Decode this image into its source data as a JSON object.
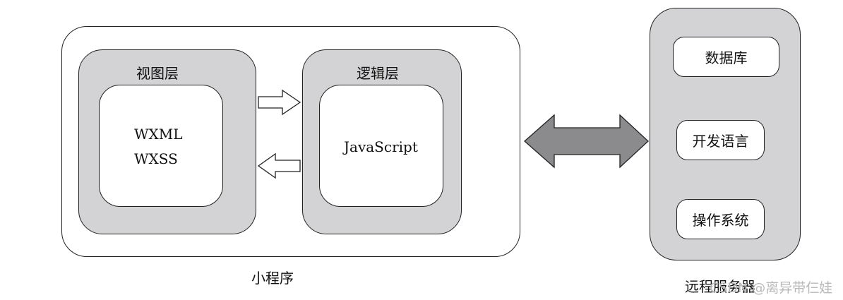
{
  "mini_program": {
    "label": "小程序",
    "view_layer": {
      "title": "视图层",
      "lines": [
        "WXML",
        "WXSS"
      ]
    },
    "logic_layer": {
      "title": "逻辑层",
      "code": "JavaScript"
    }
  },
  "remote_server": {
    "label": "远程服务器",
    "items": [
      "数据库",
      "开发语言",
      "操作系统"
    ]
  },
  "watermark": "CSDN @离异带仨娃"
}
